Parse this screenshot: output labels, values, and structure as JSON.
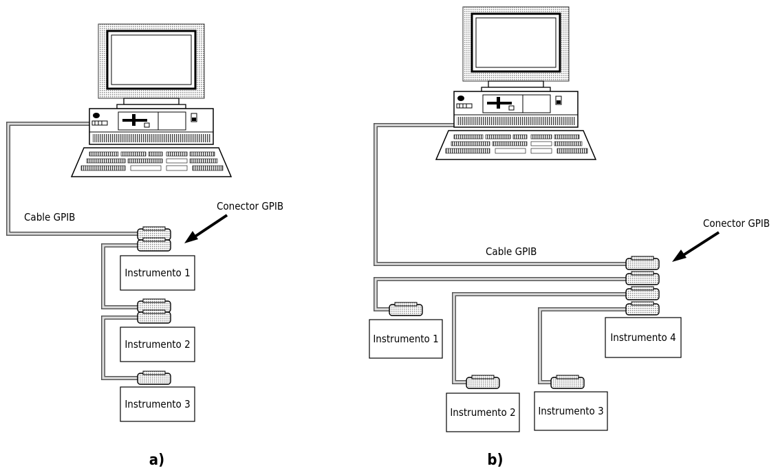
{
  "diagram_a": {
    "cable_label": "Cable GPIB",
    "connector_label": "Conector GPIB",
    "instruments": [
      "Instrumento 1",
      "Instrumento 2",
      "Instrumento 3"
    ],
    "panel_label": "a)"
  },
  "diagram_b": {
    "cable_label": "Cable GPIB",
    "connector_label": "Conector GPIB",
    "instruments": [
      "Instrumento 1",
      "Instrumento 2",
      "Instrumento 3",
      "Instrumento 4"
    ],
    "panel_label": "b)"
  }
}
